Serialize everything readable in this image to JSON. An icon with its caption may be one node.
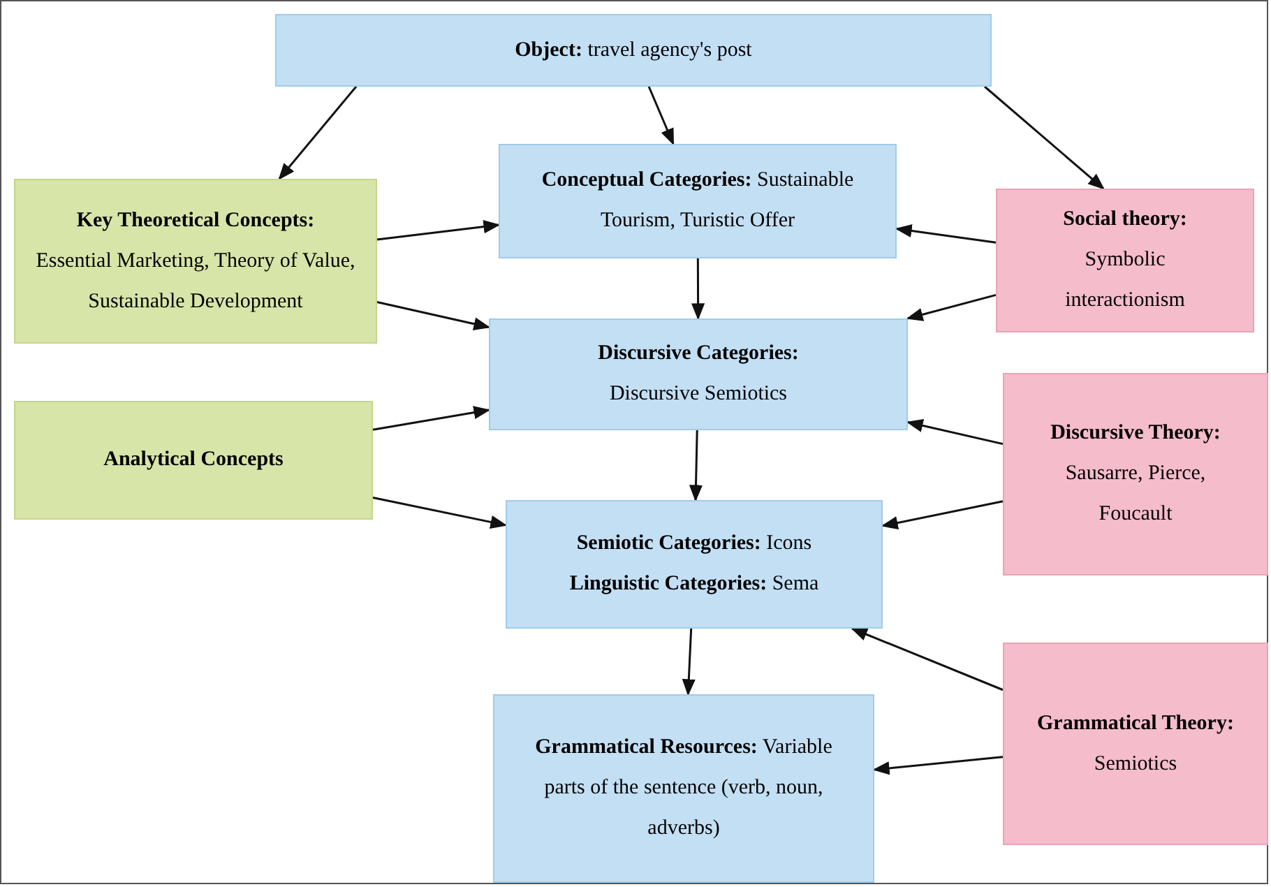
{
  "diagram": {
    "nodes": [
      {
        "text": [
          "**Object:** travel agency's post"
        ]
      },
      {
        "text": [
          "**Conceptual Categories:** Sustainable Tourism, Turistic Offer"
        ]
      },
      {
        "text": [
          "Key Theoretical Concepts:",
          "Essential Marketing, Theory of Value, Sustainable Development"
        ]
      },
      {
        "text": [
          "Social theory:",
          "Symbolic interactionism"
        ]
      },
      {
        "text": [
          "Discursive Categories:",
          "Discursive Semiotics"
        ]
      },
      {
        "text": [
          "Analytical Concepts"
        ]
      },
      {
        "text": [
          "Discursive Theory:",
          "Sausarre, Pierce, Foucault"
        ]
      },
      {
        "text": [
          "**Semiotic Categories:** Icons",
          "**Linguistic Categories:** Sema"
        ]
      },
      {
        "text": [
          "Grammatical Theory:",
          "Semiotics"
        ]
      },
      {
        "text": [
          "**Grammatical Resources:** Variable parts of the sentence (verb, noun, adverbs)"
        ]
      }
    ],
    "edges": [
      {
        "from": 0,
        "to": 2,
        "arrow": "to"
      },
      {
        "from": 0,
        "to": 1,
        "arrow": "to"
      },
      {
        "from": 0,
        "to": 3,
        "arrow": "to"
      },
      {
        "from": 2,
        "to": 1,
        "arrow": "to"
      },
      {
        "from": 2,
        "to": 4,
        "arrow": "to"
      },
      {
        "from": 5,
        "to": 4,
        "arrow": "to"
      },
      {
        "from": 5,
        "to": 7,
        "arrow": "to"
      },
      {
        "from": 3,
        "to": 1,
        "arrow": "to"
      },
      {
        "from": 3,
        "to": 4,
        "arrow": "to"
      },
      {
        "from": 6,
        "to": 4,
        "arrow": "to"
      },
      {
        "from": 6,
        "to": 7,
        "arrow": "to"
      },
      {
        "from": 8,
        "to": 7,
        "arrow": "to"
      },
      {
        "from": 8,
        "to": 9,
        "arrow": "to"
      },
      {
        "from": 1,
        "to": 4,
        "arrow": "to"
      },
      {
        "from": 4,
        "to": 7,
        "arrow": "to"
      },
      {
        "from": 7,
        "to": 9,
        "arrow": "to"
      }
    ]
  }
}
